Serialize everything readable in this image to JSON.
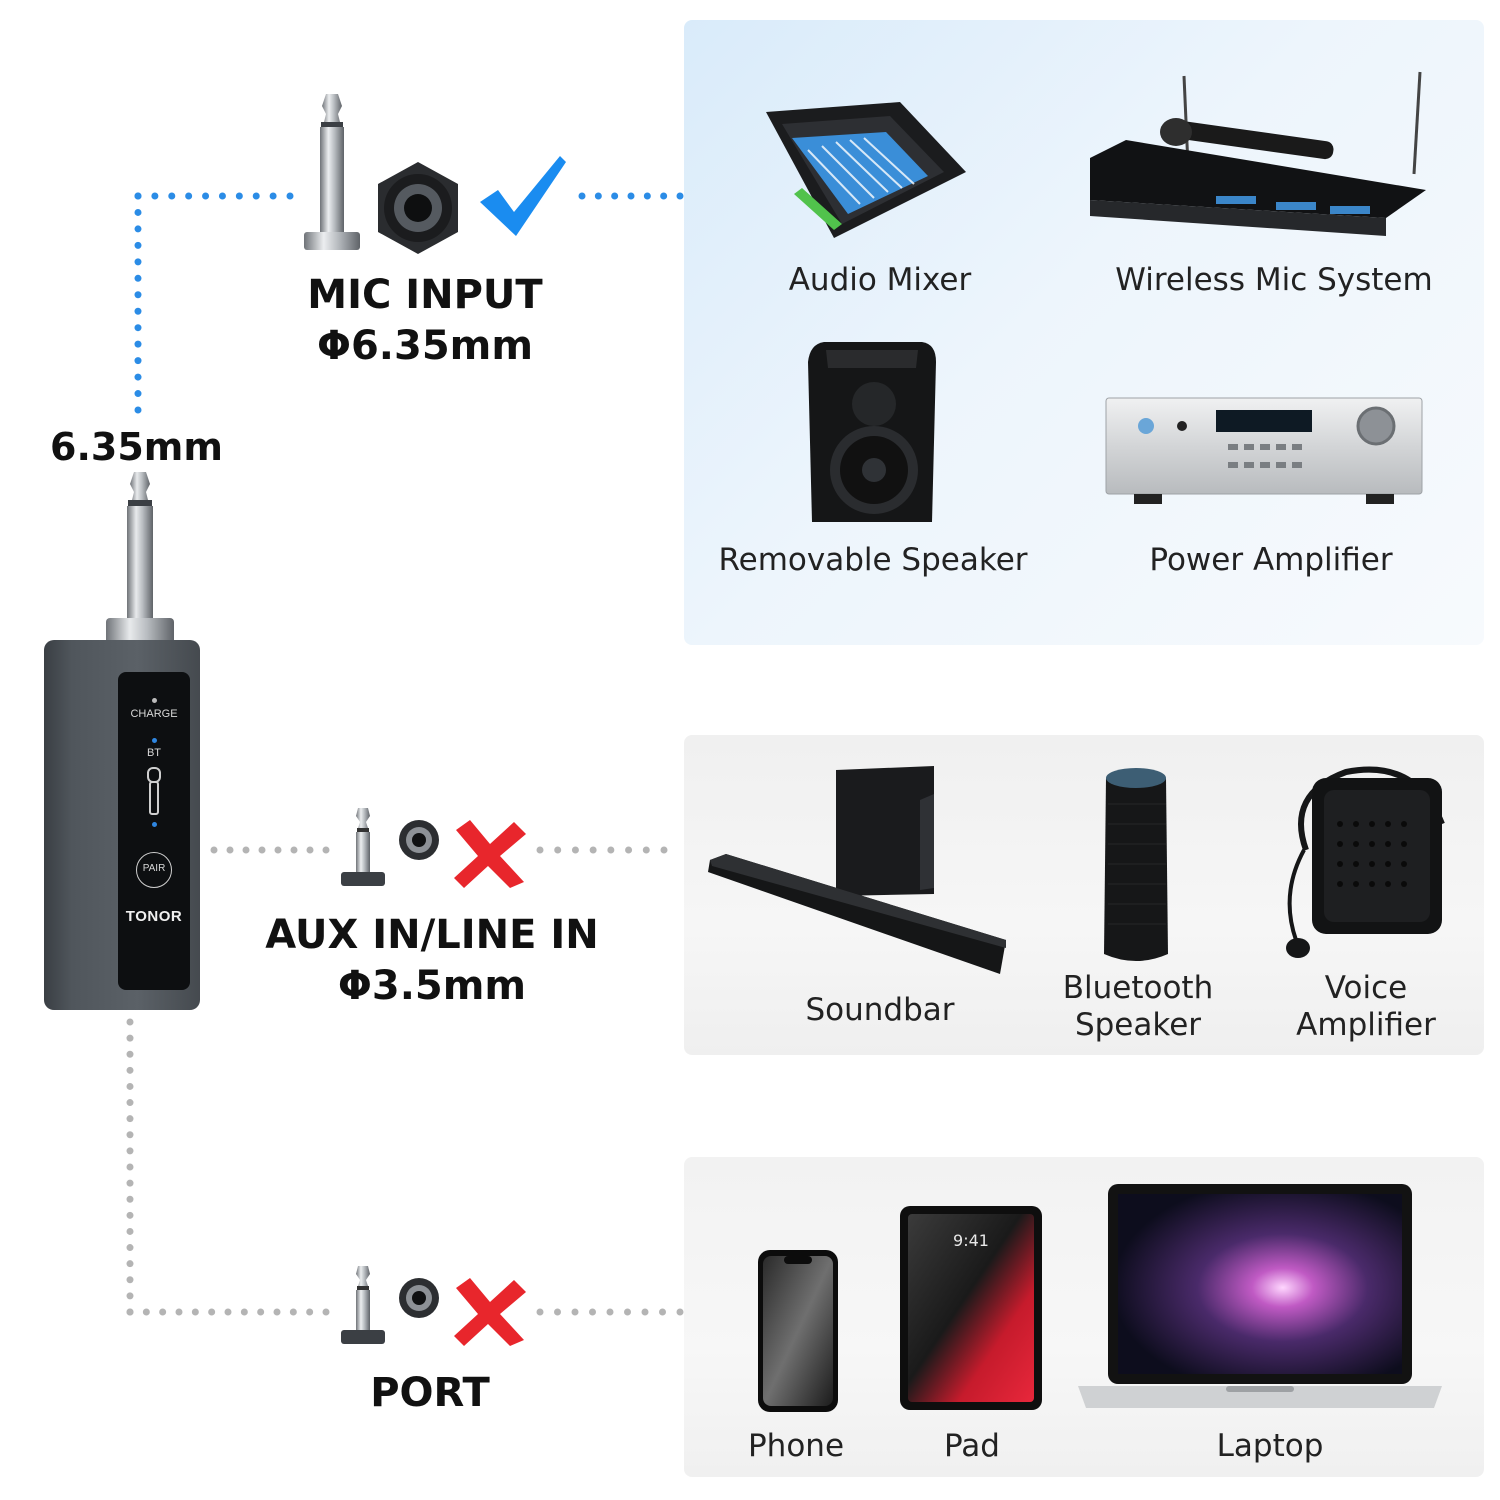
{
  "plug_label": "6.35mm",
  "receiver": {
    "charge": "CHARGE",
    "bt": "BT",
    "pair": "PAIR",
    "brand": "TONOR"
  },
  "mic_input": {
    "line1": "MIC INPUT",
    "line2": "Φ6.35mm",
    "compatible": true,
    "devices": [
      "Audio Mixer",
      "Wireless Mic System",
      "Removable Speaker",
      "Power Amplifier"
    ]
  },
  "aux_input": {
    "line1": "AUX IN/LINE IN",
    "line2": "Φ3.5mm",
    "compatible": false,
    "devices": [
      "Soundbar",
      "Bluetooth Speaker",
      "Voice Amplifier"
    ]
  },
  "port": {
    "label": "PORT",
    "compatible": false,
    "devices": [
      "Phone",
      "Pad",
      "Laptop"
    ],
    "pad_time": "9:41"
  },
  "colors": {
    "check": "#1a8cf0",
    "cross": "#e8262c",
    "blue_line": "#2b8ce6",
    "gray_line": "#b4b4b4"
  }
}
